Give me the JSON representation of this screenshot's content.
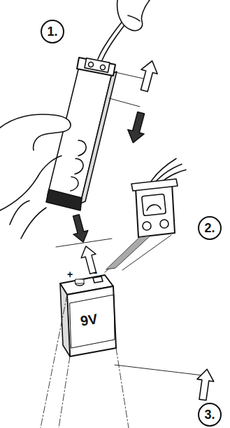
{
  "diagram": {
    "nodes": [
      {
        "text": [
          "1."
        ]
      },
      {
        "text": [
          "2."
        ]
      },
      {
        "text": [
          "3."
        ]
      }
    ],
    "labels": [
      "+",
      "-",
      "9V"
    ]
  }
}
